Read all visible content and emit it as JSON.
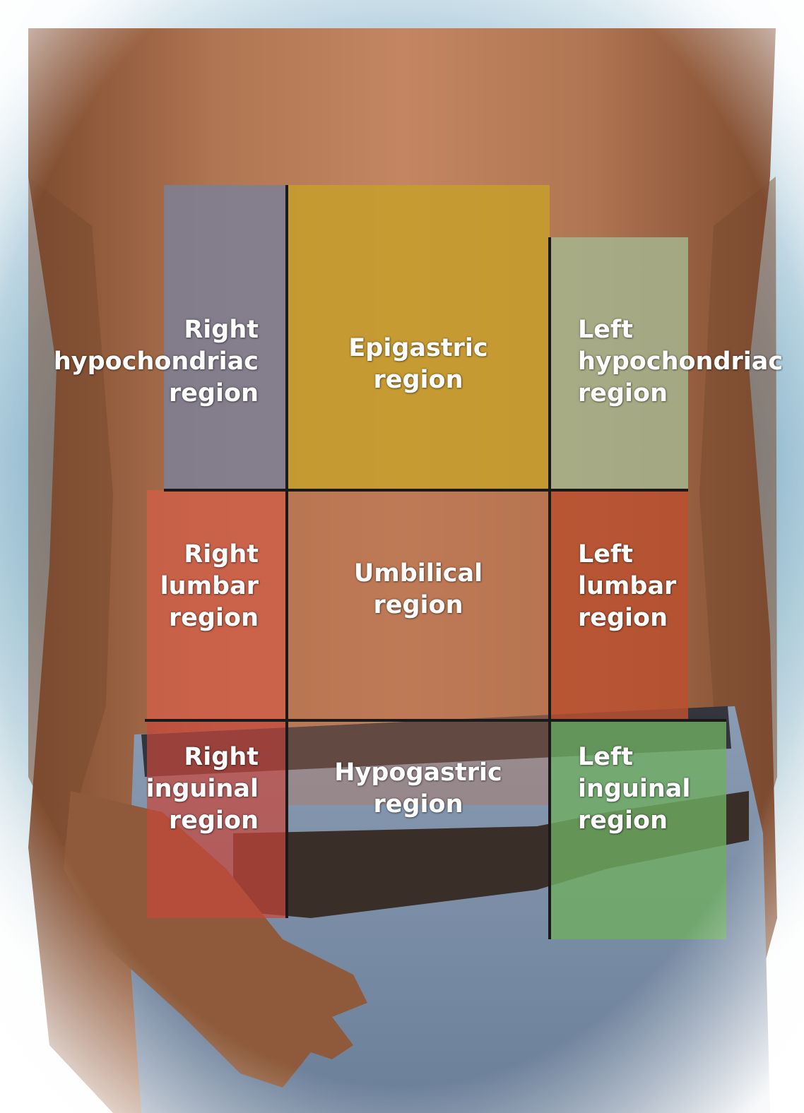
{
  "regions": {
    "right_hypochondriac": {
      "lines": [
        "Right",
        "hypochondriac",
        "region"
      ],
      "color": "#7d7f97"
    },
    "epigastric": {
      "lines": [
        "Epigastric",
        "region"
      ],
      "color": "#c79f2a"
    },
    "left_hypochondriac": {
      "lines": [
        "Left",
        "hypochondriac",
        "region"
      ],
      "color": "#a6b58e"
    },
    "right_lumbar": {
      "lines": [
        "Right",
        "lumbar",
        "region"
      ],
      "color": "#cf5f49"
    },
    "umbilical": {
      "lines": [
        "Umbilical",
        "region"
      ],
      "color": "#b9714d"
    },
    "left_lumbar": {
      "lines": [
        "Left",
        "lumbar",
        "region"
      ],
      "color": "#b8502f"
    },
    "right_inguinal": {
      "lines": [
        "Right",
        "inguinal",
        "region"
      ],
      "color": "#c8473a"
    },
    "hypogastric": {
      "lines": [
        "Hypogastric",
        "region"
      ],
      "color": "#4f4a4a"
    },
    "left_inguinal": {
      "lines": [
        "Left",
        "inguinal",
        "region"
      ],
      "color": "#6fae62"
    }
  },
  "colors": {
    "skin": "#b07552",
    "skin_shadow": "#8a5638",
    "denim": "#7a8ea8",
    "belt": "#3a2e28",
    "grid_line": "#1a1a1a"
  }
}
